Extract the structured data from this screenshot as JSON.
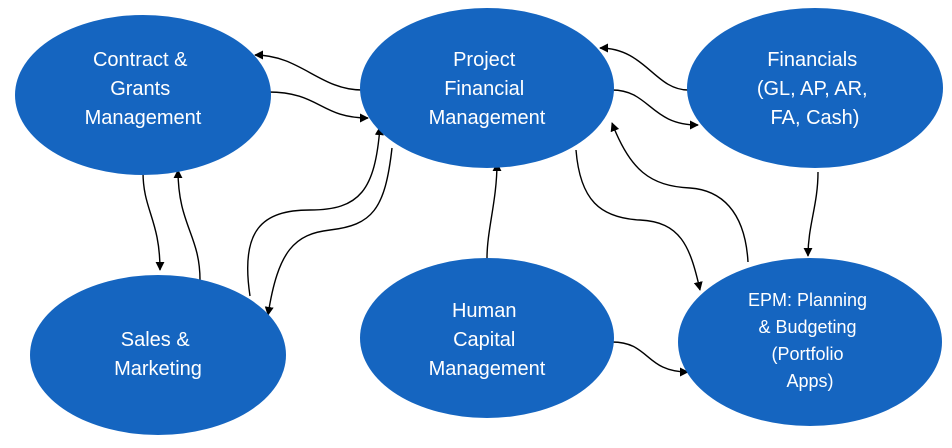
{
  "nodes": {
    "contract_grants": {
      "lines": [
        "Contract &",
        "Grants",
        "Management"
      ]
    },
    "project_financial": {
      "lines": [
        "Project",
        "Financial",
        "Management"
      ]
    },
    "financials": {
      "lines": [
        "Financials",
        "(GL, AP, AR,",
        "FA, Cash)"
      ]
    },
    "sales_marketing": {
      "lines": [
        "Sales &",
        "Marketing"
      ]
    },
    "human_capital": {
      "lines": [
        "Human",
        "Capital",
        "Management"
      ]
    },
    "epm": {
      "lines": [
        "EPM: Planning",
        "& Budgeting",
        "(Portfolio",
        "Apps)"
      ]
    }
  },
  "edges": [
    {
      "from": "project_financial",
      "to": "contract_grants"
    },
    {
      "from": "contract_grants",
      "to": "project_financial"
    },
    {
      "from": "financials",
      "to": "project_financial"
    },
    {
      "from": "project_financial",
      "to": "financials"
    },
    {
      "from": "contract_grants",
      "to": "sales_marketing"
    },
    {
      "from": "sales_marketing",
      "to": "contract_grants"
    },
    {
      "from": "sales_marketing",
      "to": "project_financial"
    },
    {
      "from": "project_financial",
      "to": "sales_marketing"
    },
    {
      "from": "human_capital",
      "to": "project_financial"
    },
    {
      "from": "project_financial",
      "to": "epm"
    },
    {
      "from": "epm",
      "to": "project_financial"
    },
    {
      "from": "financials",
      "to": "epm"
    },
    {
      "from": "human_capital",
      "to": "epm"
    }
  ],
  "colors": {
    "node_fill": "#1565c0",
    "node_text": "#ffffff",
    "edge": "#000000"
  }
}
